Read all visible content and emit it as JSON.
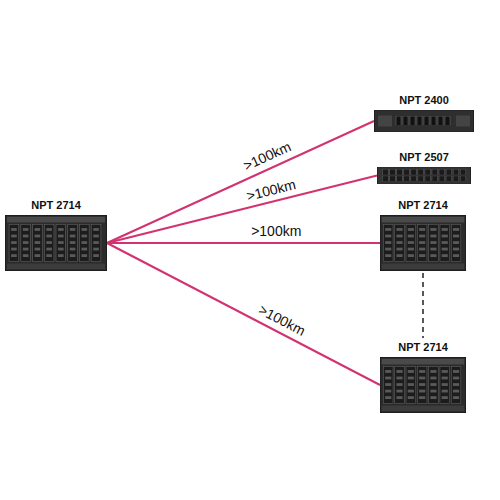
{
  "diagram": {
    "nodes": [
      {
        "text": [
          "NPT 2714"
        ]
      },
      {
        "text": [
          "NPT 2400"
        ]
      },
      {
        "text": [
          "NPT 2507"
        ]
      },
      {
        "text": [
          "NPT 2714"
        ]
      },
      {
        "text": [
          "NPT 2714"
        ]
      }
    ],
    "edges": [
      {
        "from": 0,
        "to": 1,
        "label": ">100km",
        "arrow": "none"
      },
      {
        "from": 0,
        "to": 2,
        "label": ">100km",
        "arrow": "none"
      },
      {
        "from": 0,
        "to": 3,
        "label": ">100km",
        "arrow": "none"
      },
      {
        "from": 0,
        "to": 4,
        "label": ">100km",
        "arrow": "none"
      },
      {
        "from": 3,
        "to": 4,
        "arrow": "none"
      }
    ]
  }
}
